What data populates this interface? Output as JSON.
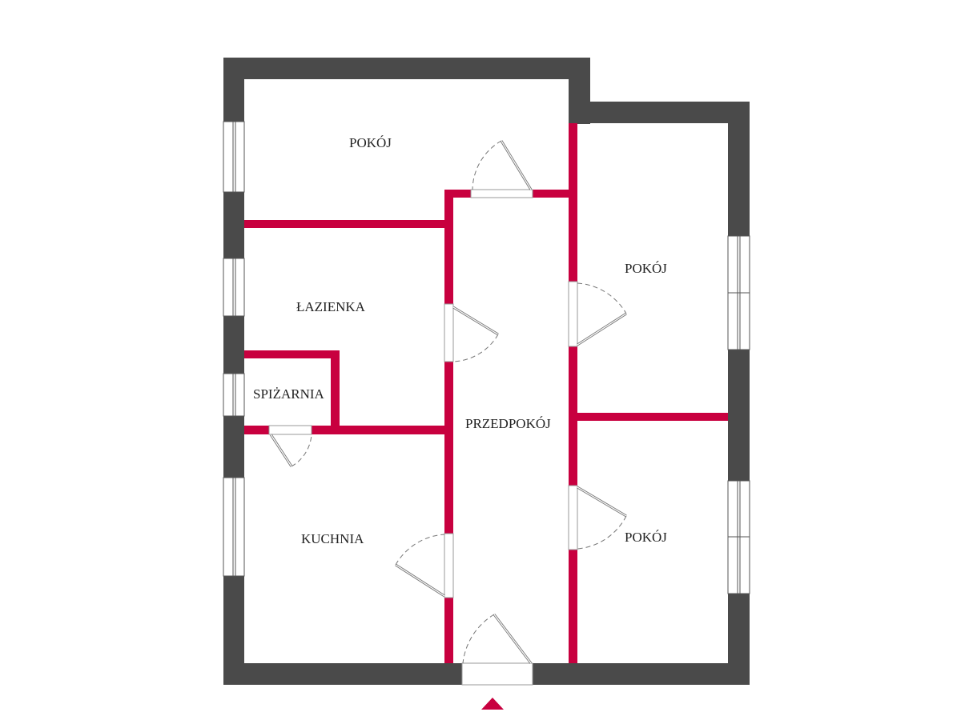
{
  "plan": {
    "rooms": [
      {
        "id": "room-top-left",
        "label": "POKÓJ"
      },
      {
        "id": "bathroom",
        "label": "ŁAZIENKA"
      },
      {
        "id": "pantry",
        "label": "SPIŻARNIA"
      },
      {
        "id": "kitchen",
        "label": "KUCHNIA"
      },
      {
        "id": "hallway",
        "label": "PRZEDPOKÓJ"
      },
      {
        "id": "room-right-top",
        "label": "POKÓJ"
      },
      {
        "id": "room-right-bottom",
        "label": "POKÓJ"
      }
    ],
    "colors": {
      "outer_wall": "#4a4a4a",
      "inner_wall": "#c8003f",
      "entrance_marker": "#c8003f"
    },
    "entrance_icon": "triangle-up-icon"
  }
}
